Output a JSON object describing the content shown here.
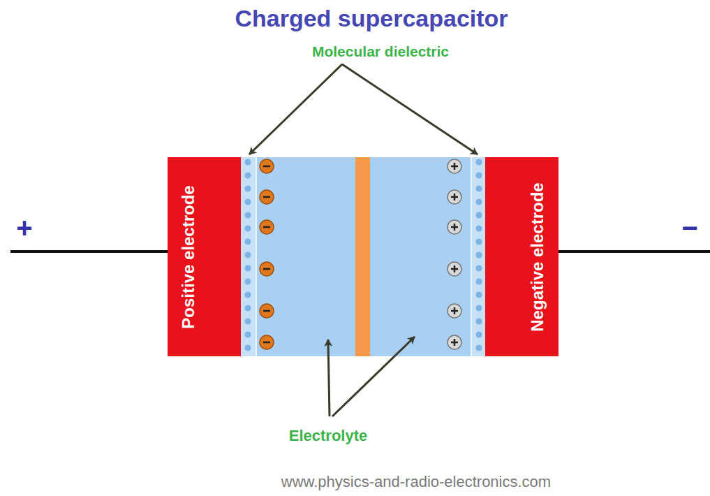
{
  "diagram": {
    "title": "Charged supercapacitor",
    "nodes": [
      {
        "text": [
          "Positive electrode"
        ]
      },
      {
        "text": [
          "Negative electrode"
        ]
      }
    ],
    "labels": [
      "Molecular dielectric",
      "Electrolyte",
      "+",
      "−",
      "www.physics-and-radio-electronics.com"
    ]
  }
}
